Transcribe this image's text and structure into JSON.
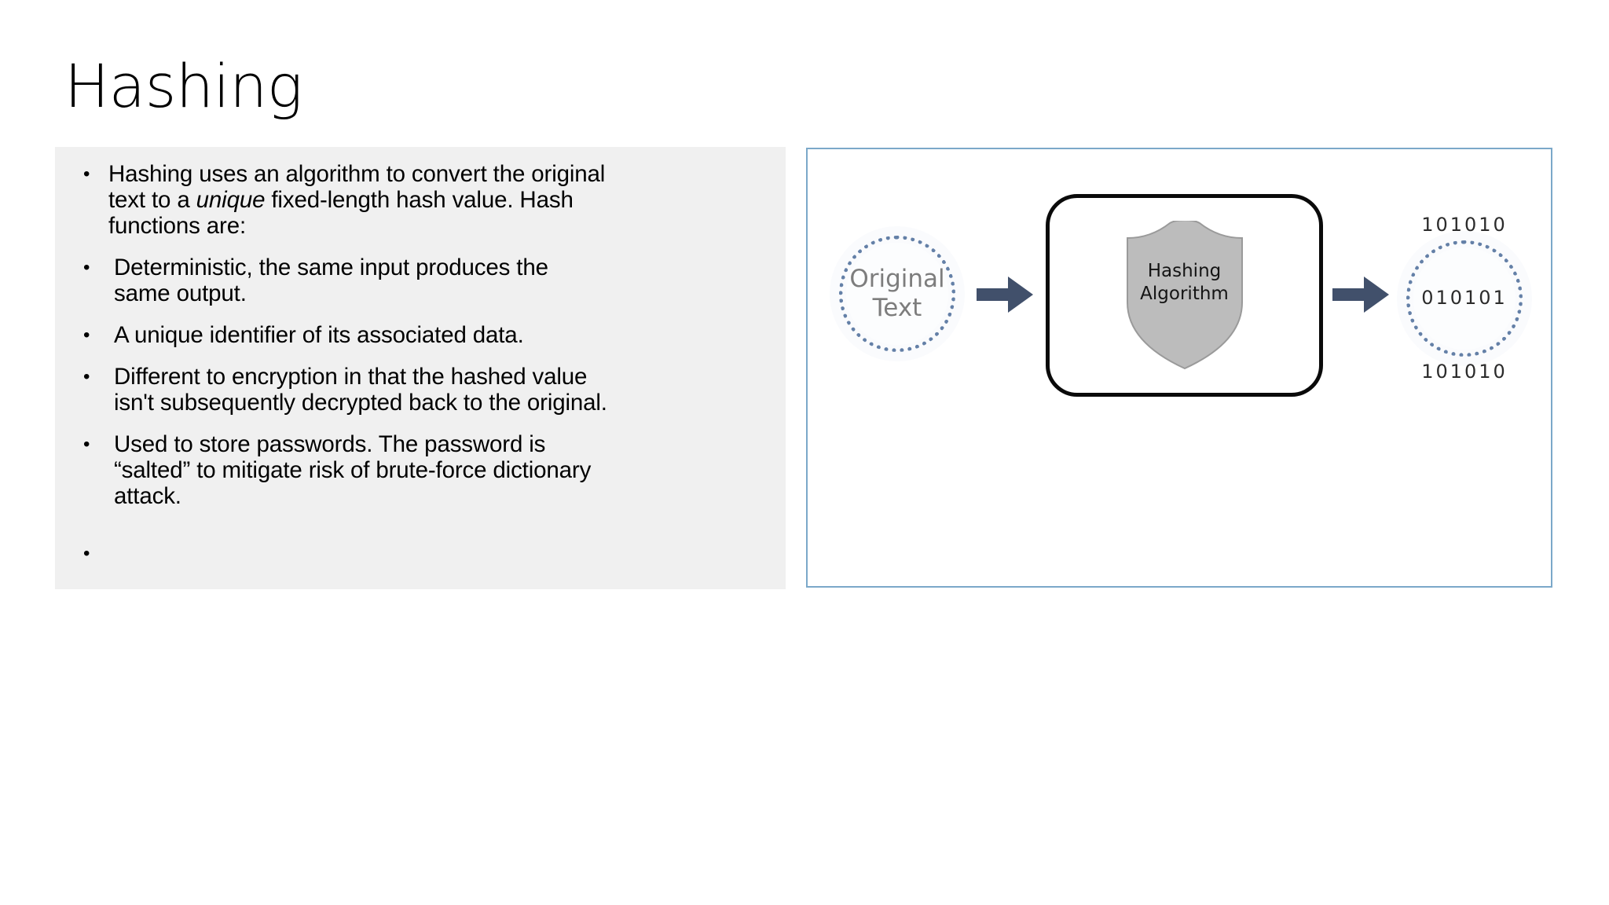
{
  "slide": {
    "title": "Hashing",
    "background_color": "#ffffff"
  },
  "body_panel": {
    "background_color": "#f0f0f0",
    "bullet_glyph": "•",
    "bullets": [
      {
        "id": "bullet-0",
        "text_before_emphasis": "Hashing uses an algorithm to convert the original text to a ",
        "emphasis": "unique",
        "text_after_emphasis": " fixed-length hash value.  Hash functions are:"
      },
      {
        "id": "bullet-1",
        "text": "Deterministic, the same input produces the same output."
      },
      {
        "id": "bullet-2",
        "text": "A unique identifier of its associated data."
      },
      {
        "id": "bullet-3",
        "text": "Different to encryption in that the hashed value isn't subsequently decrypted back to the original."
      },
      {
        "id": "bullet-4",
        "text": "Used to store passwords. The password is “salted” to mitigate risk of brute-force dictionary attack."
      },
      {
        "id": "bullet-5",
        "text": ""
      }
    ]
  },
  "diagram": {
    "frame_border_color": "#7ba8c9",
    "arrow_color": "#41506b",
    "dot_ring_color": "#4a6b99",
    "shield_fill": "#bcbcbc",
    "input_node": {
      "label_line_1": "Original",
      "label_line_2": "Text",
      "text_color": "#7d7d7d"
    },
    "process_node": {
      "shield_label_line_1": "Hashing",
      "shield_label_line_2": "Algorithm",
      "box_border_color": "#0a0a0a"
    },
    "output_node": {
      "binary_line_1": "101010",
      "binary_line_2": "010101",
      "binary_line_3": "101010",
      "text_color": "#2b2b2b"
    },
    "arrows": [
      {
        "name": "arrow-input-to-process"
      },
      {
        "name": "arrow-process-to-output"
      }
    ]
  }
}
